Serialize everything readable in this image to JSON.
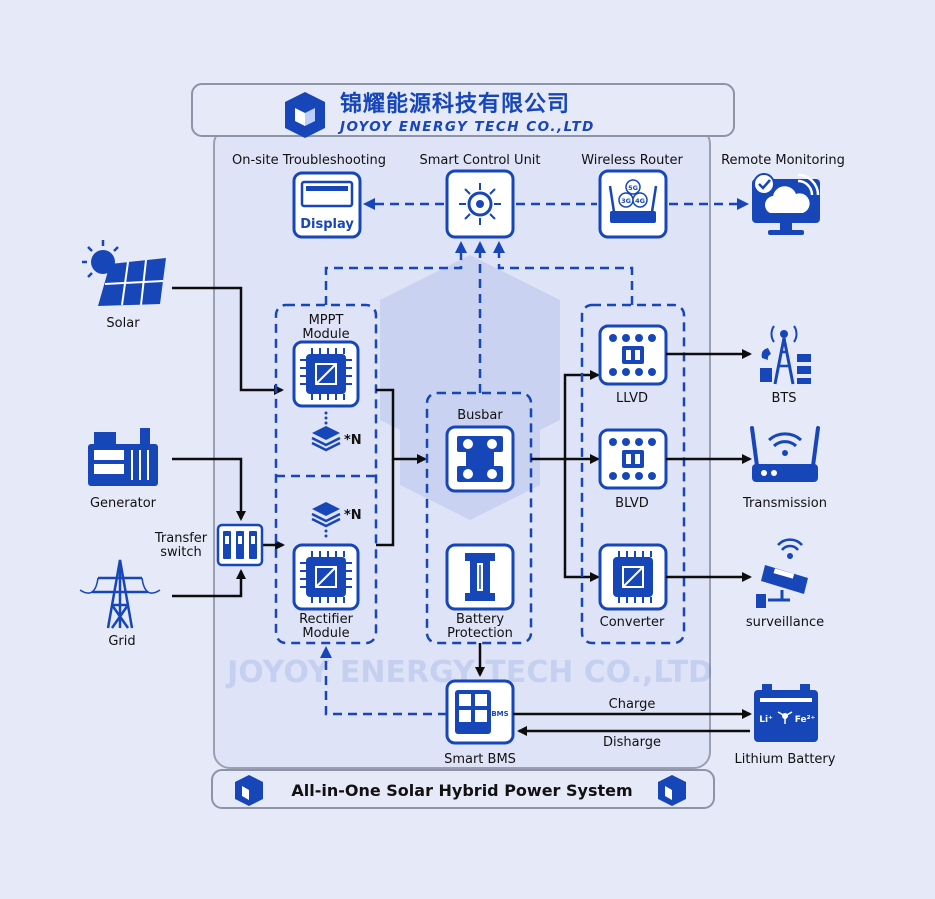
{
  "header": {
    "title_cn": "锦耀能源科技有限公司",
    "title_en": "JOYOY ENERGY TECH CO.,LTD"
  },
  "footer": {
    "title": "All-in-One Solar Hybrid Power System"
  },
  "watermark": {
    "text": "JOYOY ENERGY TECH CO.,LTD"
  },
  "labels": {
    "onsite": "On-site Troubleshooting",
    "display_text": "Display",
    "scu": "Smart Control Unit",
    "router": "Wireless Router",
    "remote": "Remote Monitoring",
    "solar": "Solar",
    "generator": "Generator",
    "grid": "Grid",
    "transfer_line1": "Transfer",
    "transfer_line2": "switch",
    "mppt_line1": "MPPT",
    "mppt_line2": "Module",
    "rect_line1": "Rectifier",
    "rect_line2": "Module",
    "n_mppt": "*N",
    "n_rect": "*N",
    "busbar": "Busbar",
    "bp_line1": "Battery",
    "bp_line2": "Protection",
    "llvd": "LLVD",
    "blvd": "BLVD",
    "converter": "Converter",
    "bts": "BTS",
    "transmission": "Transmission",
    "surveillance": "surveillance",
    "sbms": "Smart BMS",
    "bms_chip": "BMS",
    "charge": "Charge",
    "discharge": "Disharge",
    "lithium": "Lithium Battery",
    "li_plus": "Li⁺",
    "fe_2plus": "Fe²⁺",
    "router_5g": "5G",
    "router_3g": "3G",
    "router_4g": "4G"
  },
  "colors": {
    "brand_blue": "#1646b8",
    "background": "#e6e9f8",
    "line": "#0d0d0d"
  }
}
